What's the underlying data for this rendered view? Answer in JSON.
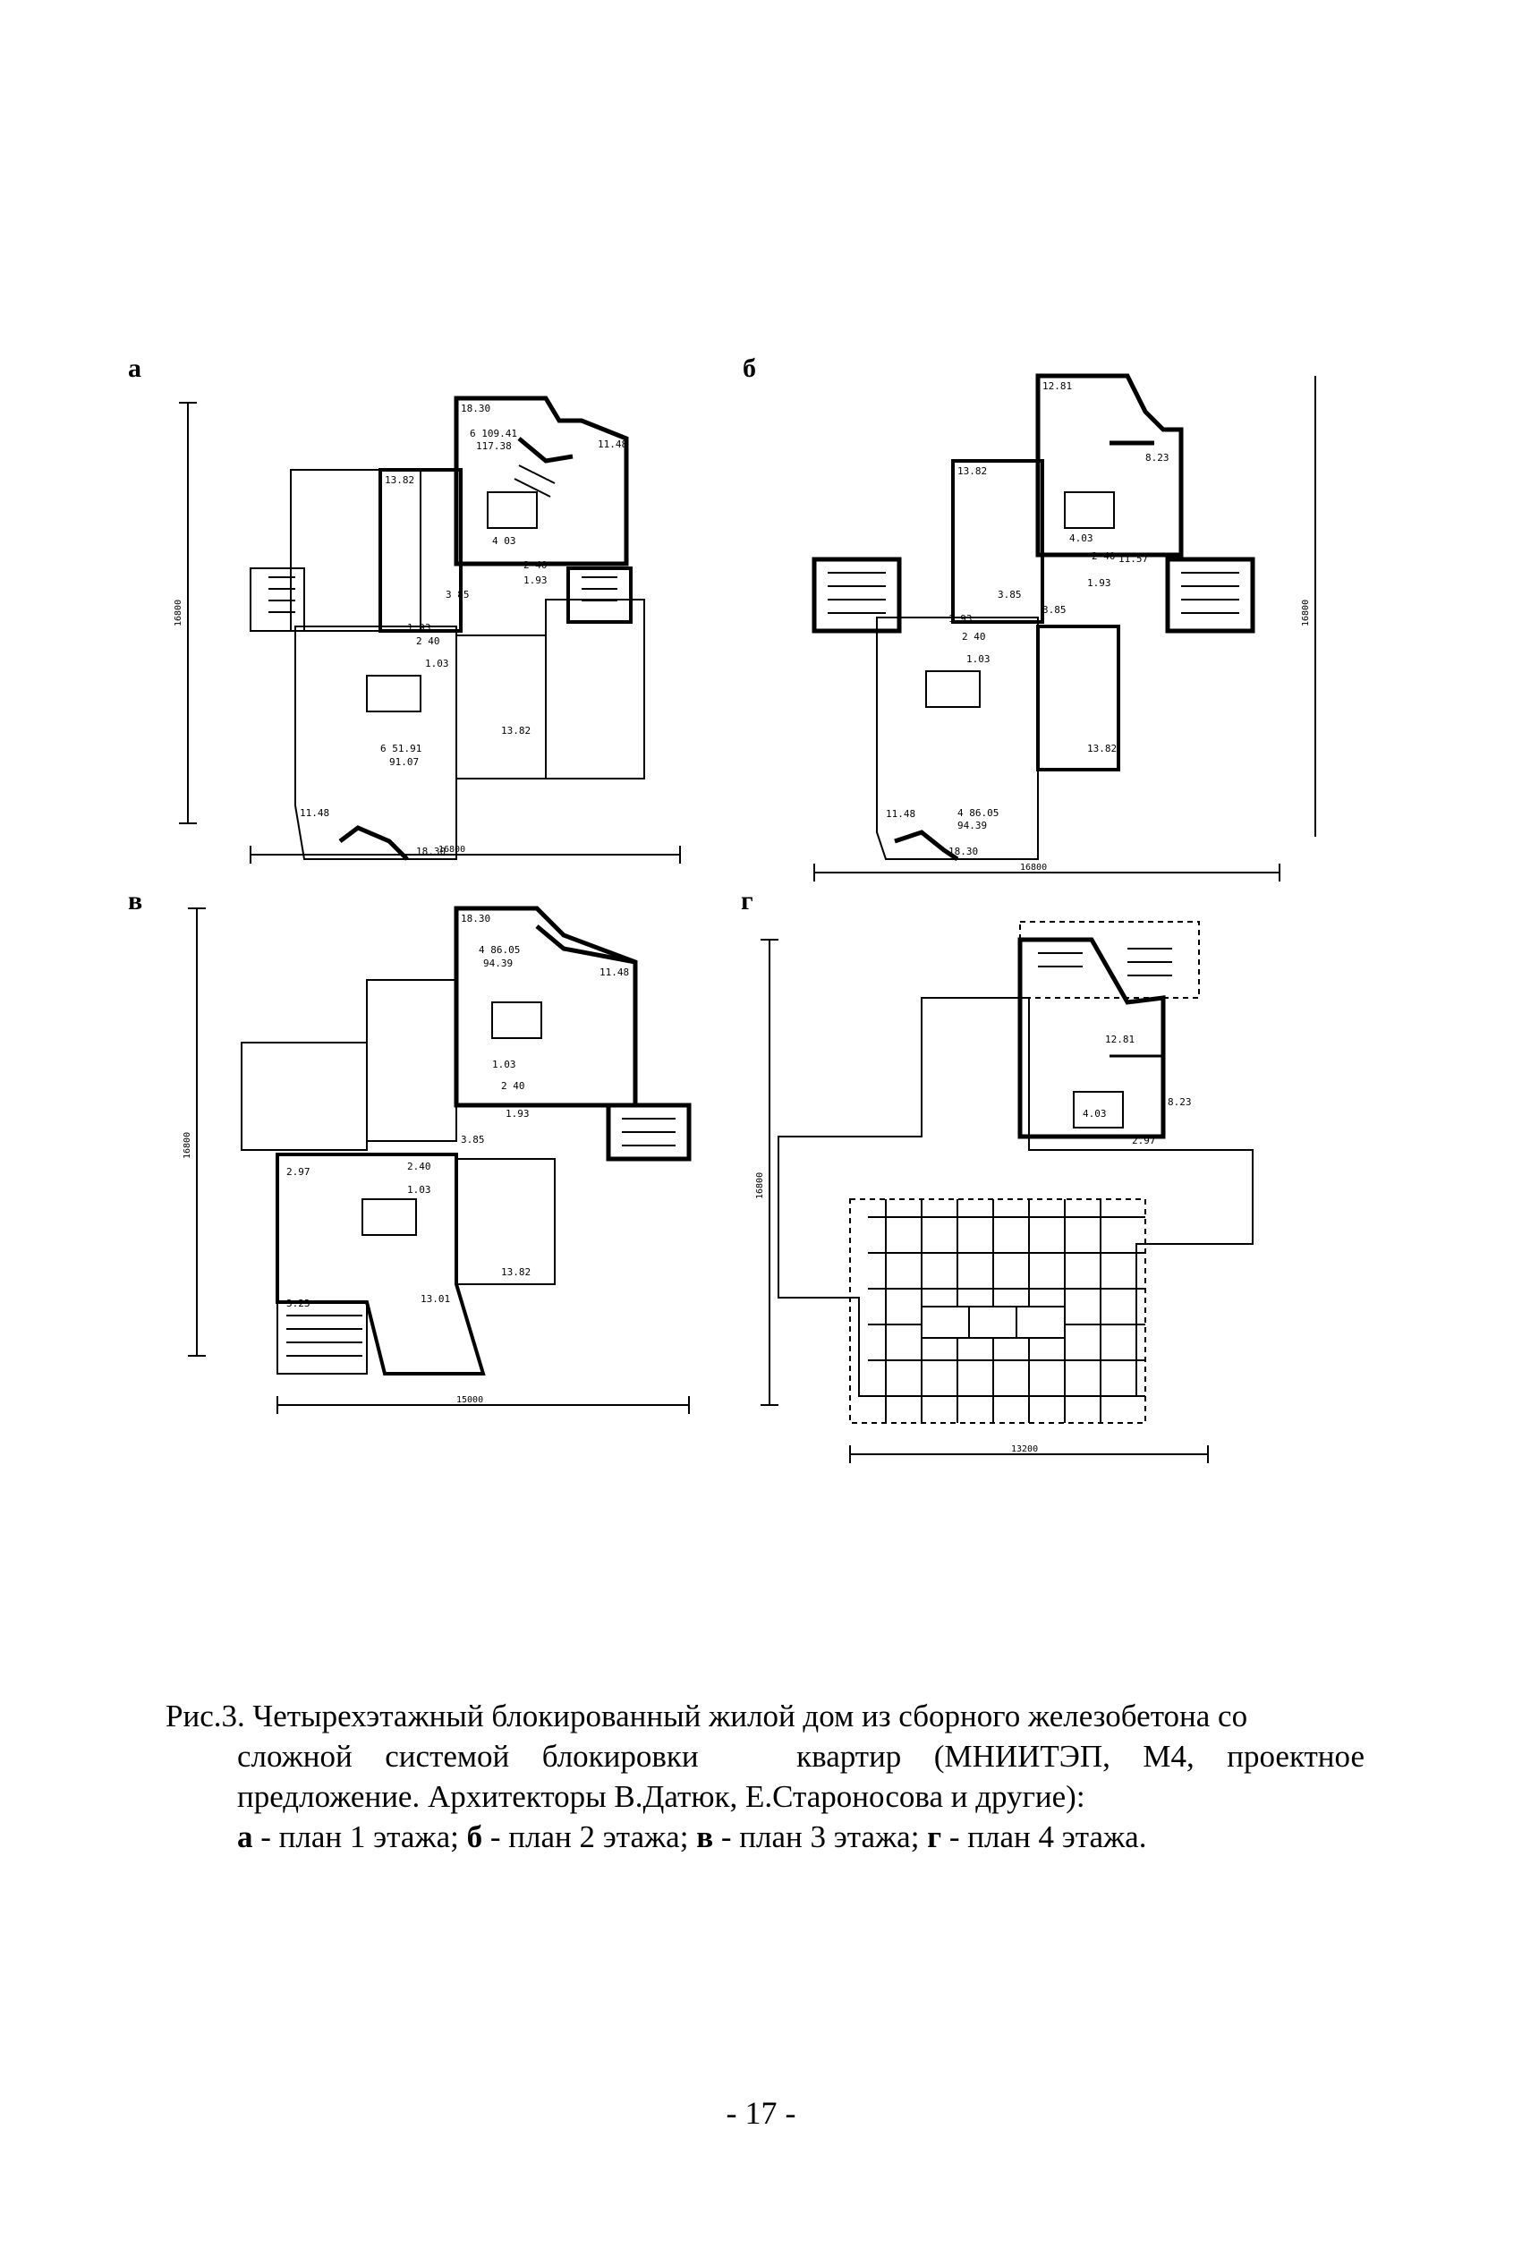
{
  "figure": {
    "panels": [
      {
        "letter": "а",
        "dim_horizontal": "16800",
        "dim_vertical": "16800",
        "rooms": [
          "18.30",
          "6 109.41",
          "117.38",
          "11.48",
          "13.82",
          "4 03",
          "2 40",
          "3 85",
          "1.93",
          "1.93",
          "2 40",
          "1.03",
          "6 51.91",
          "91.07",
          "11.48",
          "13.82",
          "18.30"
        ]
      },
      {
        "letter": "б",
        "dim_horizontal": "16800",
        "dim_vertical": "16800",
        "rooms": [
          "12.81",
          "8.23",
          "13.82",
          "4.03",
          "2 40",
          "11.57",
          "3.85",
          "1.93",
          "1.93",
          "3.85",
          "2 40",
          "1.03",
          "11.48",
          "4 86.05",
          "94.39",
          "13.82",
          "18.30"
        ]
      },
      {
        "letter": "в",
        "dim_horizontal": "15000",
        "dim_vertical": "16800",
        "rooms": [
          "18.30",
          "4 86.05",
          "94.39",
          "11.48",
          "1.03",
          "2 40",
          "1.93",
          "3.85",
          "2.97",
          "2.40",
          "1.03",
          "13.82",
          "13.01",
          "3.23"
        ]
      },
      {
        "letter": "г",
        "dim_horizontal": "13200",
        "dim_vertical": "16800",
        "rooms": [
          "12.81",
          "4.03",
          "8.23",
          "2.97"
        ]
      }
    ]
  },
  "caption": {
    "line1": "Рис.3. Четырехэтажный блокированный жилой дом из сборного железобетона со",
    "line2": "сложной системой блокировки   квартир (МНИИТЭП, М4, проектное",
    "line3": "предложение. Архитекторы В.Датюк, Е.Староносова и другие):",
    "line4_legend": [
      {
        "key": "а",
        "text": " - план 1 этажа; "
      },
      {
        "key": "б",
        "text": " - план 2 этажа; "
      },
      {
        "key": "в",
        "text": " - план 3 этажа; "
      },
      {
        "key": "г",
        "text": " - план 4 этажа."
      }
    ]
  },
  "page_number": "- 17 -"
}
